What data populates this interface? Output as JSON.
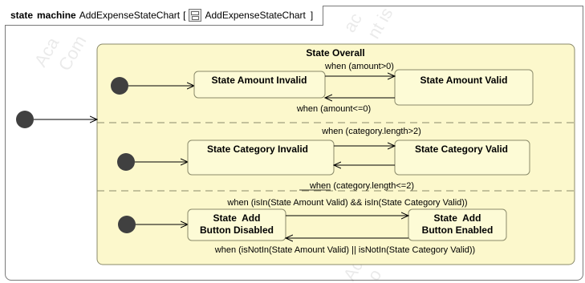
{
  "header": {
    "keyword1": "state",
    "keyword2": "machine",
    "name": "AddExpenseStateChart",
    "bracket_open": "[",
    "ref_name": "AddExpenseStateChart",
    "bracket_close": "]"
  },
  "composite": {
    "title": "State Overall"
  },
  "states": {
    "amount_invalid": "State Amount Invalid",
    "amount_valid": "State Amount Valid",
    "category_invalid": "State Category Invalid",
    "category_valid": "State Category Valid",
    "button_disabled_line1": "State  Add",
    "button_disabled_line2": "Button Disabled",
    "button_enabled_line1": "State  Add",
    "button_enabled_line2": "Button Enabled"
  },
  "transitions": {
    "amount_to_valid": "when (amount>0)",
    "amount_to_invalid": "when (amount<=0)",
    "category_to_valid": "when  (category.length>2)",
    "category_to_invalid": "when  (category.length<=2)",
    "button_to_enabled": "when (isIn(State Amount Valid) && isIn(State Category Valid))",
    "button_to_disabled": "when (isNotIn(State Amount Valid) || isNotIn(State Category Valid))"
  },
  "colors": {
    "state_fill": "#fdfbd6",
    "composite_fill": "#fcf8cc",
    "border": "#8a8a6a",
    "initial": "#404040"
  }
}
